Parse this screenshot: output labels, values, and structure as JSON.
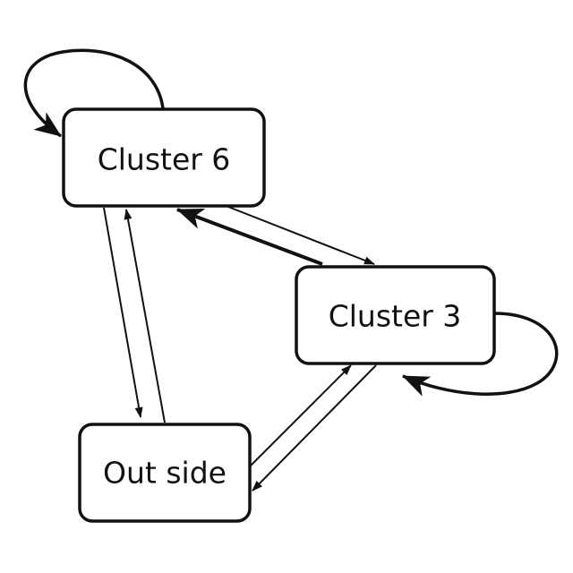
{
  "diagram": {
    "nodes": [
      {
        "id": "cluster6",
        "label": "Cluster 6"
      },
      {
        "id": "cluster3",
        "label": "Cluster 3"
      },
      {
        "id": "outside",
        "label": "Out side"
      }
    ],
    "edges": [
      {
        "from": "cluster6",
        "to": "cluster6",
        "kind": "self-loop"
      },
      {
        "from": "cluster3",
        "to": "cluster3",
        "kind": "self-loop"
      },
      {
        "from": "cluster3",
        "to": "cluster6"
      },
      {
        "from": "cluster6",
        "to": "cluster3"
      },
      {
        "from": "cluster6",
        "to": "outside"
      },
      {
        "from": "outside",
        "to": "cluster6"
      },
      {
        "from": "outside",
        "to": "cluster3"
      },
      {
        "from": "cluster3",
        "to": "outside"
      }
    ],
    "colors": {
      "stroke": "#111111",
      "node_fill": "#ffffff",
      "background": "#ffffff"
    }
  }
}
